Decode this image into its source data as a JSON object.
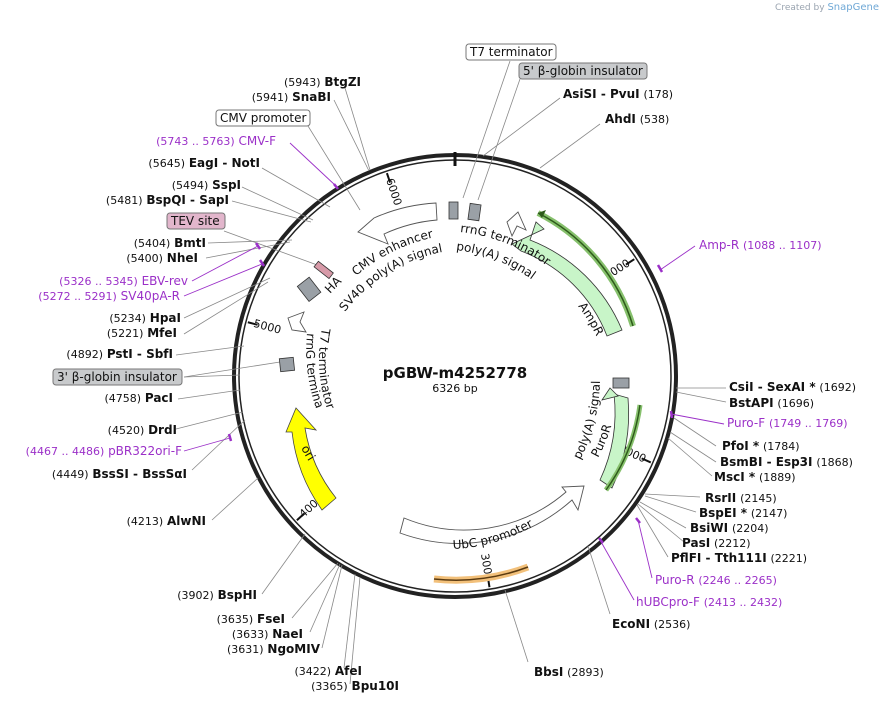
{
  "credit": {
    "prefix": "Created by",
    "brand": "SnapGene"
  },
  "plasmid": {
    "name": "pGBW-m4252778",
    "size_label": "6326 bp",
    "length": 6326
  },
  "colors": {
    "enzyme": "#000000",
    "primer": "#9b30c8",
    "feature_green": "#c8f5c8",
    "ori": "#ffff00",
    "misc": "#9aa0a6",
    "tev": "#e2b6cc"
  },
  "ticks": [
    {
      "bp": 1000,
      "label": "1000"
    },
    {
      "bp": 2000,
      "label": "2000"
    },
    {
      "bp": 3000,
      "label": "3000"
    },
    {
      "bp": 4000,
      "label": "4000"
    },
    {
      "bp": 5000,
      "label": "5000"
    },
    {
      "bp": 6000,
      "label": "6000"
    }
  ],
  "enzymes": [
    {
      "pos": "(178)",
      "name": "AsiSI  -  PvuI"
    },
    {
      "pos": "(538)",
      "name": "AhdI"
    },
    {
      "pos": "(1692)",
      "name": "CsiI  -  SexAI *"
    },
    {
      "pos": "(1696)",
      "name": "BstAPI"
    },
    {
      "pos": "(1784)",
      "name": "PfoI *"
    },
    {
      "pos": "(1868)",
      "name": "BsmBI  -  Esp3I"
    },
    {
      "pos": "(1889)",
      "name": "MscI *"
    },
    {
      "pos": "(2145)",
      "name": "RsrII"
    },
    {
      "pos": "(2147)",
      "name": "BspEI *"
    },
    {
      "pos": "(2204)",
      "name": "BsiWI"
    },
    {
      "pos": "(2212)",
      "name": "PasI"
    },
    {
      "pos": "(2221)",
      "name": "PflFI  -  Tth111I"
    },
    {
      "pos": "(2536)",
      "name": "EcoNI"
    },
    {
      "pos": "(2893)",
      "name": "BbsI"
    },
    {
      "pos": "(5943)",
      "name": "BtgZI"
    },
    {
      "pos": "(5941)",
      "name": "SnaBI"
    },
    {
      "pos": "(5645)",
      "name": "EagI  -  NotI"
    },
    {
      "pos": "(5494)",
      "name": "SspI"
    },
    {
      "pos": "(5481)",
      "name": "BspQI  -  SapI"
    },
    {
      "pos": "(5404)",
      "name": "BmtI"
    },
    {
      "pos": "(5400)",
      "name": "NheI"
    },
    {
      "pos": "(5234)",
      "name": "HpaI"
    },
    {
      "pos": "(5221)",
      "name": "MfeI"
    },
    {
      "pos": "(4892)",
      "name": "PstI  -  SbfI"
    },
    {
      "pos": "(4758)",
      "name": "PacI"
    },
    {
      "pos": "(4520)",
      "name": "DrdI"
    },
    {
      "pos": "(4449)",
      "name": "BssSI  -  BssSαI"
    },
    {
      "pos": "(4213)",
      "name": "AlwNI"
    },
    {
      "pos": "(3902)",
      "name": "BspHI"
    },
    {
      "pos": "(3635)",
      "name": "FseI"
    },
    {
      "pos": "(3633)",
      "name": "NaeI"
    },
    {
      "pos": "(3631)",
      "name": "NgoMIV"
    },
    {
      "pos": "(3422)",
      "name": "AfeI"
    },
    {
      "pos": "(3365)",
      "name": "Bpu10I"
    }
  ],
  "primers": [
    {
      "name": "Amp-R",
      "range": "(1088 .. 1107)"
    },
    {
      "name": "Puro-F",
      "range": "(1749 .. 1769)"
    },
    {
      "name": "Puro-R",
      "range": "(2246 .. 2265)"
    },
    {
      "name": "hUBCpro-F",
      "range": "(2413 .. 2432)"
    },
    {
      "name": "pBR322ori-F",
      "range": "(4467 .. 4486)"
    },
    {
      "name": "SV40pA-R",
      "range": "(5272 .. 5291)"
    },
    {
      "name": "EBV-rev",
      "range": "(5326 .. 5345)"
    },
    {
      "name": "CMV-F",
      "range": "(5743 .. 5763)"
    }
  ],
  "boxed_labels": {
    "t7_terminator": "T7 terminator",
    "beta_globin_5": "5' β-globin insulator",
    "cmv_promoter": "CMV promoter",
    "tev_site": "TEV site",
    "beta_globin_3": "3' β-globin insulator"
  },
  "feature_labels": {
    "rrng_top": "rrnG terminator",
    "polya_top": "poly(A) signal",
    "cmv_enhancer": "CMV enhancer",
    "sv40_polya": "SV40 poly(A) signal",
    "ha": "HA",
    "ampr": "AmpR",
    "rrng_left": "rrnG terminator",
    "t7_left": "T7 terminator",
    "ori": "ori",
    "polya_right": "poly(A) signal",
    "puror": "PuroR",
    "ubc": "UbC promoter"
  }
}
